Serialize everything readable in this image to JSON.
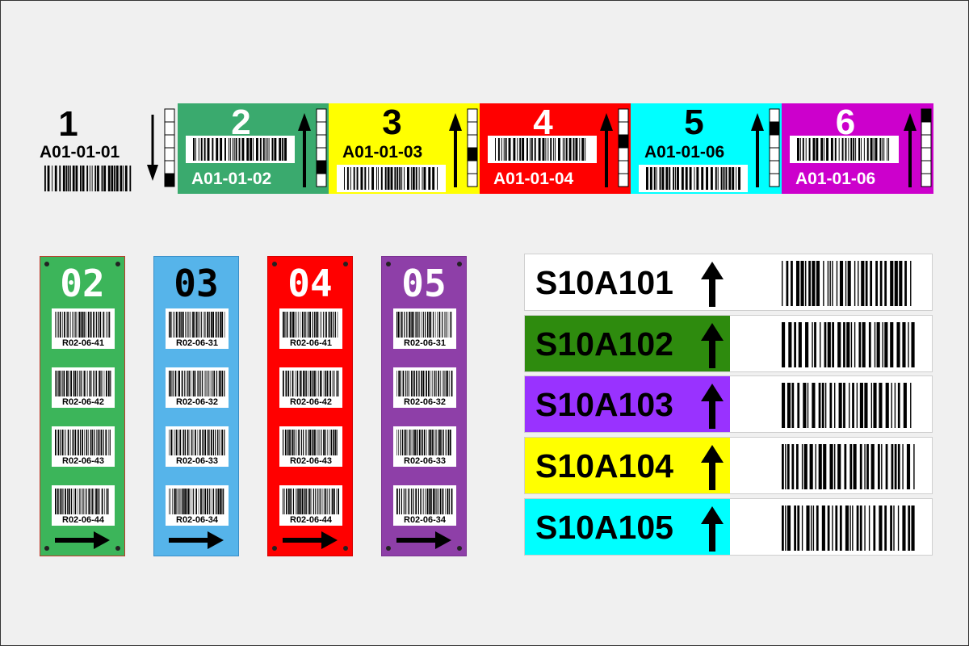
{
  "strip": {
    "cells": [
      {
        "number": "1",
        "code": "A01-01-01",
        "bg": "#f0f0f0",
        "text_color": "#000000"
      },
      {
        "number": "2",
        "code": "A01-01-02",
        "bg": "#3aaa6e",
        "text_color": "#ffffff"
      },
      {
        "number": "3",
        "code": "A01-01-03",
        "bg": "#ffff00",
        "text_color": "#000000"
      },
      {
        "number": "4",
        "code": "A01-01-04",
        "bg": "#ff0000",
        "text_color": "#ffffff"
      },
      {
        "number": "5",
        "code": "A01-01-06",
        "bg": "#00ffff",
        "text_color": "#000000"
      },
      {
        "number": "6",
        "code": "A01-01-06",
        "bg": "#cc00cc",
        "text_color": "#ffffff"
      }
    ]
  },
  "vertical_labels": [
    {
      "number": "02",
      "bg": "#3cb55a",
      "border": "#c0392b",
      "num_color": "#ffffff",
      "codes": [
        "R02-06-41",
        "R02-06-42",
        "R02-06-43",
        "R02-06-44"
      ]
    },
    {
      "number": "03",
      "bg": "#56b4ea",
      "border": "#3a8fc8",
      "num_color": "#000000",
      "codes": [
        "R02-06-31",
        "R02-06-32",
        "R02-06-33",
        "R02-06-34"
      ]
    },
    {
      "number": "04",
      "bg": "#ff0000",
      "border": "#d40000",
      "num_color": "#ffffff",
      "codes": [
        "R02-06-41",
        "R02-06-42",
        "R02-06-43",
        "R02-06-44"
      ]
    },
    {
      "number": "05",
      "bg": "#8e3fa8",
      "border": "#7a3090",
      "num_color": "#ffffff",
      "codes": [
        "R02-06-31",
        "R02-06-32",
        "R02-06-33",
        "R02-06-34"
      ]
    }
  ],
  "rack_labels": [
    {
      "code": "S10A101",
      "bg": "#ffffff"
    },
    {
      "code": "S10A102",
      "bg": "#2e8b0e"
    },
    {
      "code": "S10A103",
      "bg": "#9932ff"
    },
    {
      "code": "S10A104",
      "bg": "#ffff00"
    },
    {
      "code": "S10A105",
      "bg": "#00ffff"
    }
  ],
  "icons": {
    "up_arrow": "arrow-up-icon",
    "down_arrow": "arrow-down-icon",
    "right_arrow": "arrow-right-icon",
    "barcode": "barcode-icon",
    "level_ladder": "level-indicator-icon"
  }
}
